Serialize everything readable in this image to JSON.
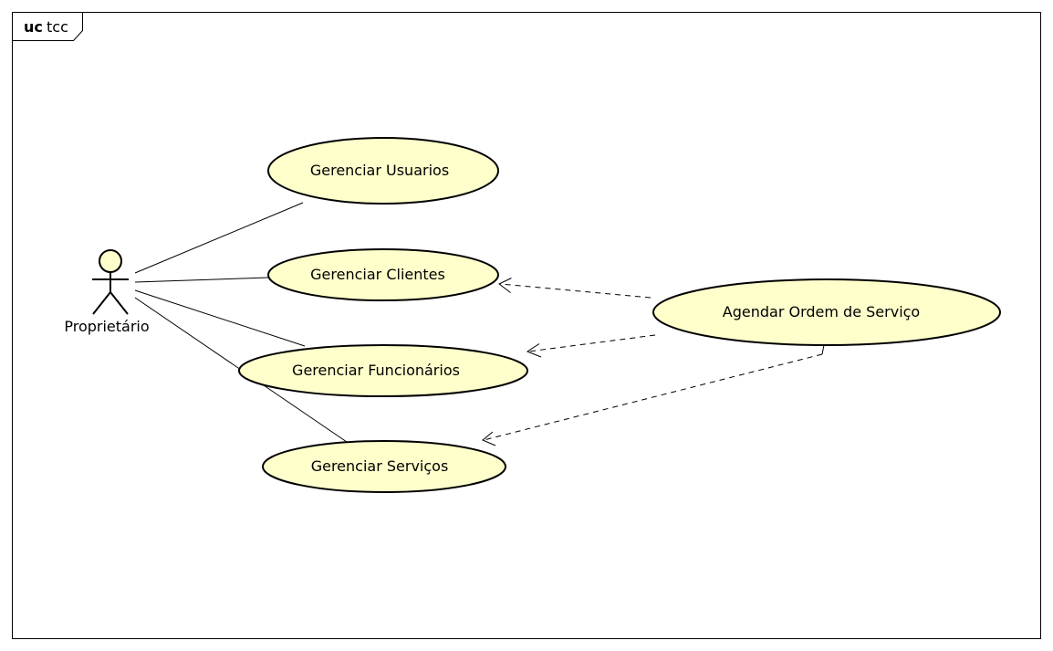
{
  "frame": {
    "keyword": "uc",
    "name": "tcc"
  },
  "actor": {
    "name": "Proprietário"
  },
  "use_cases": {
    "usuarios": "Gerenciar Usuarios",
    "clientes": "Gerenciar Clientes",
    "funcionarios": "Gerenciar Funcionários",
    "servicos": "Gerenciar Serviços",
    "agendar": "Agendar Ordem de Serviço"
  },
  "relationships": [
    {
      "type": "association",
      "from": "actor",
      "to": "usuarios"
    },
    {
      "type": "association",
      "from": "actor",
      "to": "clientes"
    },
    {
      "type": "association",
      "from": "actor",
      "to": "funcionarios"
    },
    {
      "type": "association",
      "from": "actor",
      "to": "servicos"
    },
    {
      "type": "dependency",
      "from": "agendar",
      "to": "clientes"
    },
    {
      "type": "dependency",
      "from": "agendar",
      "to": "funcionarios"
    },
    {
      "type": "dependency",
      "from": "agendar",
      "to": "servicos"
    }
  ],
  "colors": {
    "use_case_fill": "#ffffcc",
    "stroke": "#000000",
    "background": "#ffffff"
  }
}
